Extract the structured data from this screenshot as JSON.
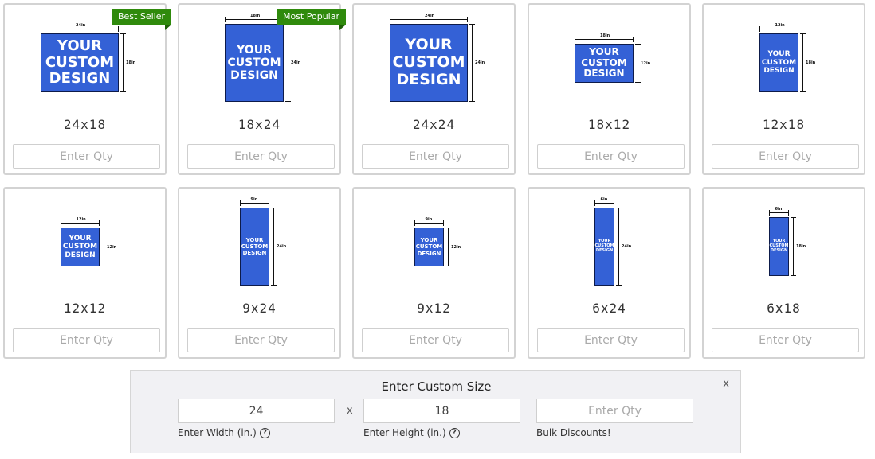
{
  "products": [
    {
      "label": "24x18",
      "w": 24,
      "h": 18,
      "ribbon": "Best Seller",
      "w_label": "24in",
      "h_label": "18in",
      "art_text": "YOUR CUSTOM DESIGN"
    },
    {
      "label": "18x24",
      "w": 18,
      "h": 24,
      "ribbon": "Most Popular",
      "w_label": "18in",
      "h_label": "24in",
      "art_text": "YOUR CUSTOM DESIGN"
    },
    {
      "label": "24x24",
      "w": 24,
      "h": 24,
      "ribbon": "",
      "w_label": "24in",
      "h_label": "24in",
      "art_text": "YOUR CUSTOM DESIGN"
    },
    {
      "label": "18x12",
      "w": 18,
      "h": 12,
      "ribbon": "",
      "w_label": "18in",
      "h_label": "12in",
      "art_text": "YOUR CUSTOM DESIGN"
    },
    {
      "label": "12x18",
      "w": 12,
      "h": 18,
      "ribbon": "",
      "w_label": "12in",
      "h_label": "18in",
      "art_text": "YOUR CUSTOM DESIGN"
    },
    {
      "label": "12x12",
      "w": 12,
      "h": 12,
      "ribbon": "",
      "w_label": "12in",
      "h_label": "12in",
      "art_text": "YOUR CUSTOM DESIGN"
    },
    {
      "label": "9x24",
      "w": 9,
      "h": 24,
      "ribbon": "",
      "w_label": "9in",
      "h_label": "24in",
      "art_text": "YOUR CUSTOM DESIGN"
    },
    {
      "label": "9x12",
      "w": 9,
      "h": 12,
      "ribbon": "",
      "w_label": "9in",
      "h_label": "12in",
      "art_text": "YOUR CUSTOM DESIGN"
    },
    {
      "label": "6x24",
      "w": 6,
      "h": 24,
      "ribbon": "",
      "w_label": "6in",
      "h_label": "24in",
      "art_text": "YOUR CUSTOM DESIGN"
    },
    {
      "label": "6x18",
      "w": 6,
      "h": 18,
      "ribbon": "",
      "w_label": "6in",
      "h_label": "18in",
      "art_text": "YOUR CUSTOM DESIGN"
    }
  ],
  "qty_placeholder": "Enter Qty",
  "custom": {
    "title": "Enter Custom Size",
    "close": "x",
    "width_value": "24",
    "height_value": "18",
    "times": "x",
    "qty_placeholder": "Enter Qty",
    "width_label": "Enter Width (in.)",
    "height_label": "Enter Height (in.)",
    "bulk_label": "Bulk Discounts!",
    "help_glyph": "?"
  },
  "colors": {
    "sign": "#3461d6",
    "ribbon": "#2f8a0c",
    "border": "#d3d3d3"
  },
  "icons": {
    "help": "help-circle-icon",
    "close": "close-icon"
  }
}
